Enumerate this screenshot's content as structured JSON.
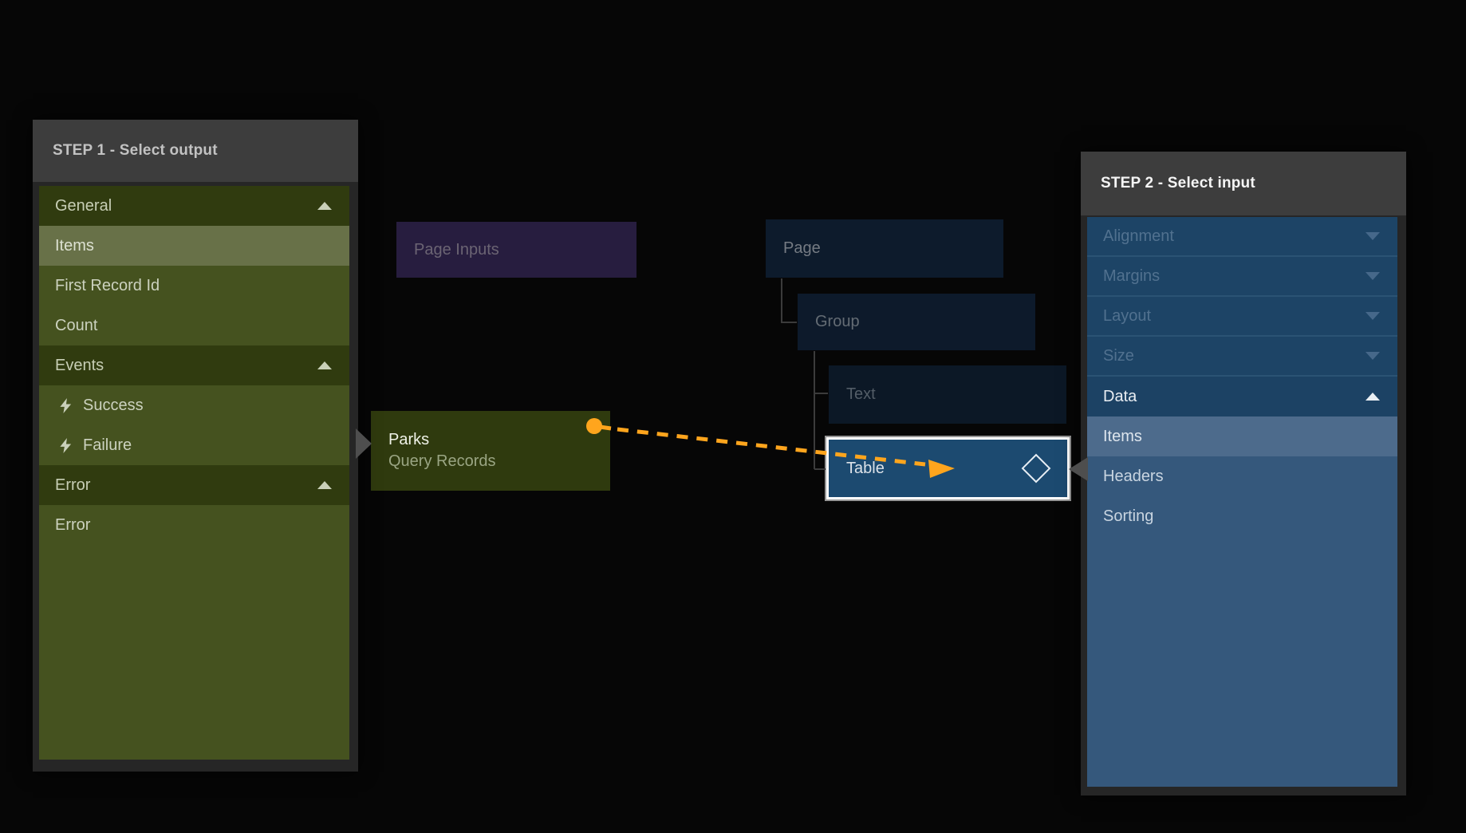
{
  "step1_panel": {
    "title": "STEP 1 - Select output",
    "rows": [
      {
        "label": "General",
        "type": "section",
        "chevron": "up"
      },
      {
        "label": "Items",
        "type": "selected"
      },
      {
        "label": "First Record Id",
        "type": "item"
      },
      {
        "label": "Count",
        "type": "item"
      },
      {
        "label": "Events",
        "type": "section",
        "chevron": "up"
      },
      {
        "label": "Success",
        "type": "event",
        "icon": "lightning-bolt"
      },
      {
        "label": "Failure",
        "type": "event",
        "icon": "lightning-bolt"
      },
      {
        "label": "Error",
        "type": "section",
        "chevron": "up"
      },
      {
        "label": "Error",
        "type": "item"
      }
    ]
  },
  "step2_panel": {
    "title": "STEP 2 - Select input",
    "rows": [
      {
        "label": "Alignment",
        "type": "collapsed",
        "chevron": "down"
      },
      {
        "label": "Margins",
        "type": "collapsed",
        "chevron": "down"
      },
      {
        "label": "Layout",
        "type": "collapsed",
        "chevron": "down"
      },
      {
        "label": "Size",
        "type": "collapsed",
        "chevron": "down"
      },
      {
        "label": "Data",
        "type": "expanded",
        "chevron": "up"
      },
      {
        "label": "Items",
        "type": "selected"
      },
      {
        "label": "Headers",
        "type": "child"
      },
      {
        "label": "Sorting",
        "type": "child"
      }
    ]
  },
  "canvas": {
    "nodes": [
      {
        "id": "page-inputs",
        "label": "Page Inputs"
      },
      {
        "id": "page",
        "label": "Page"
      },
      {
        "id": "group",
        "label": "Group"
      },
      {
        "id": "text",
        "label": "Text"
      },
      {
        "id": "table",
        "label": "Table",
        "selected": true,
        "icon": "diamond"
      },
      {
        "id": "parks",
        "label": "Parks",
        "sublabel": "Query Records"
      }
    ],
    "connection": {
      "from": "parks",
      "to": "table",
      "style": "orange-dashed-arrow"
    }
  },
  "colors": {
    "background": "#060606",
    "panel_header_bg": "#3d3d3d",
    "olive_section": "#303b0f",
    "olive_row": "#45521f",
    "olive_selected": "#687148",
    "blue_collapsed": "#1d4466",
    "blue_child": "#35587c",
    "blue_selected": "#4d6b8c",
    "node_purple": "#271d3f",
    "node_navy": "#0d1a2b",
    "node_table_blue": "#1c4a70",
    "table_border": "#ffffff",
    "accent_orange": "#ffa51d",
    "tail_gray": "#4e4e4e"
  }
}
